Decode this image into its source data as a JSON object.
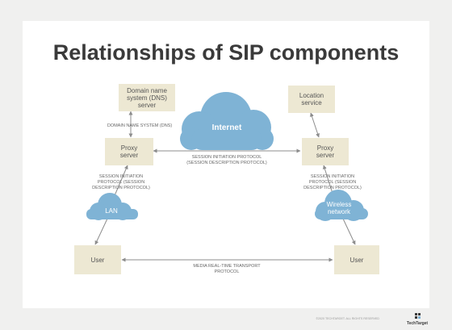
{
  "title": "Relationships of SIP components",
  "nodes": {
    "dns_server": [
      "Domain name",
      "system (DNS)",
      "server"
    ],
    "location_service": [
      "Location",
      "service"
    ],
    "proxy_left": [
      "Proxy",
      "server"
    ],
    "proxy_right": [
      "Proxy",
      "server"
    ],
    "user_left": "User",
    "user_right": "User",
    "internet": "Internet",
    "lan": "LAN",
    "wireless": [
      "Wireless",
      "network"
    ]
  },
  "edges": {
    "dns_proxy": "DOMAIN NAME SYSTEM (DNS)",
    "proxy_proxy": [
      "SESSION INITIATION PROTOCOL",
      "(SESSION DESCRIPTION PROTOCOL)"
    ],
    "left_user_proxy": [
      "SESSION INITIATION",
      "PROTOCOL (SESSION",
      "DESCRIPTION PROTOCOL)"
    ],
    "right_user_proxy": [
      "SESSION INITIATION",
      "PROTOCOL (SESSION",
      "DESCRIPTION PROTOCOL)"
    ],
    "user_user": [
      "MEDIA REAL-TIME TRANSPORT",
      "PROTOCOL"
    ]
  },
  "footer": {
    "copyright": "©2020 TECHTARGET. ALL RIGHTS RESERVED",
    "brand": "TechTarget"
  },
  "colors": {
    "box": "#ede8d3",
    "cloud": "#7fb3d5",
    "arrow": "#8c8c8c",
    "title": "#3a3a3a",
    "text": "#555555"
  }
}
